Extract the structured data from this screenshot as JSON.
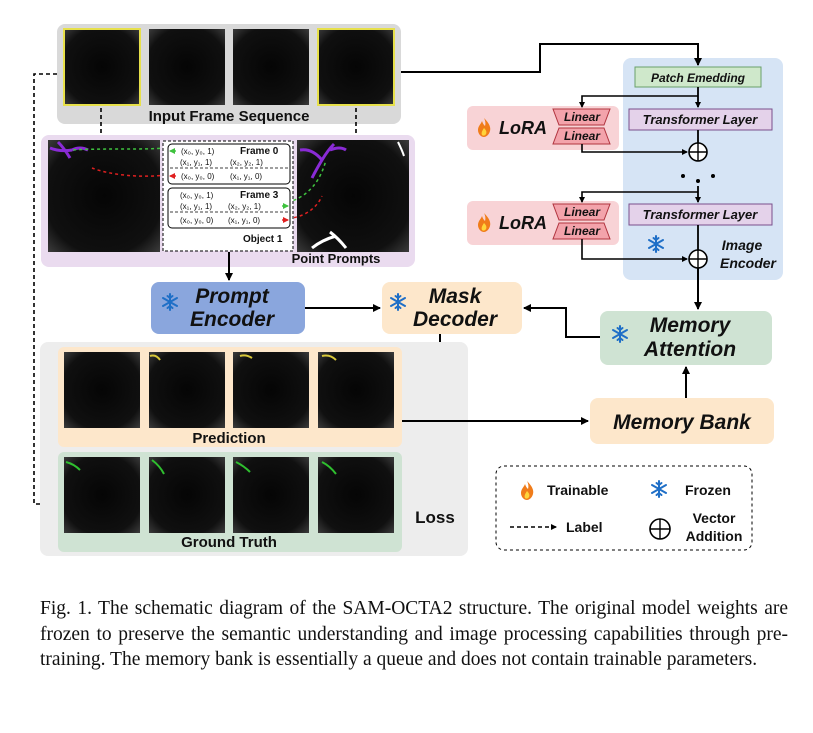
{
  "diagram": {
    "input_frame_sequence": "Input Frame Sequence",
    "point_prompts": "Point Prompts",
    "prompt_box": {
      "frame0": "Frame 0",
      "frame3": "Frame 3",
      "object1": "Object 1",
      "f0_row1": "(x₀, y₀, 1)",
      "f0_row2a": "(x₁, y₁, 1)",
      "f0_row2b": "(x₂, y₂, 1)",
      "f0_row3a": "(x₀, y₀, 0)",
      "f0_row3b": "(x₁, y₁, 0)",
      "f3_row1": "(x₀, y₀, 1)",
      "f3_row2a": "(x₁, y₁, 1)",
      "f3_row2b": "(x₂, y₂, 1)",
      "f3_row3a": "(x₀, y₀, 0)",
      "f3_row3b": "(x₁, y₁, 0)"
    },
    "patch_embedding": "Patch Emedding",
    "transformer_layer": "Transformer Layer",
    "lora": "LoRA",
    "linear": "Linear",
    "image_encoder_line1": "Image",
    "image_encoder_line2": "Encoder",
    "prompt_encoder_line1": "Prompt",
    "prompt_encoder_line2": "Encoder",
    "mask_decoder_line1": "Mask",
    "mask_decoder_line2": "Decoder",
    "memory_attention_line1": "Memory",
    "memory_attention_line2": "Attention",
    "memory_bank": "Memory Bank",
    "prediction": "Prediction",
    "ground_truth": "Ground Truth",
    "loss": "Loss",
    "legend": {
      "trainable": "Trainable",
      "frozen": "Frozen",
      "label": "Label",
      "vector_line1": "Vector",
      "vector_line2": "Addition"
    },
    "icons": [
      "flame-icon",
      "snowflake-icon",
      "vector-addition-icon"
    ],
    "colors": {
      "gray_panel": "#d9d9d9",
      "purple_panel": "#eadbef",
      "blue_panel": "#d6e4f5",
      "pink_box": "#f8d3d6",
      "green_box": "#cfe3d3",
      "peach_box": "#fde7cb",
      "prompt_encoder": "#8aa6dd"
    }
  },
  "caption": {
    "label": "Fig. 1.",
    "text": "The schematic diagram of the SAM-OCTA2 structure. The original model weights are frozen to preserve the semantic understanding and image processing capabilities through pre-training. The memory bank is essentially a queue and does not contain trainable parameters."
  }
}
